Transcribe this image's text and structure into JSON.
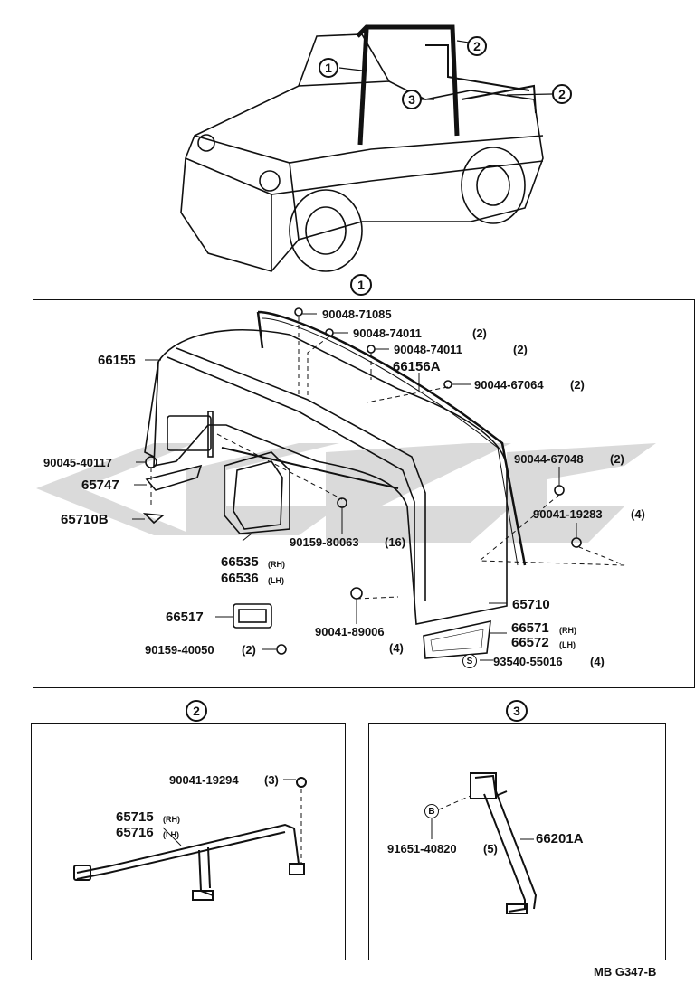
{
  "callouts": {
    "c1": "1",
    "c2": "2",
    "c3": "3"
  },
  "section1": {
    "p_90048_71085": "90048-71085",
    "p_90048_74011_a": "90048-74011",
    "p_90048_74011_a_qty": "(2)",
    "p_90048_74011_b": "90048-74011",
    "p_90048_74011_b_qty": "(2)",
    "p_66155": "66155",
    "p_66156A": "66156A",
    "p_90044_67064": "90044-67064",
    "p_90044_67064_qty": "(2)",
    "p_90045_40117": "90045-40117",
    "p_65747": "65747",
    "p_65710B": "65710B",
    "p_90044_67048": "90044-67048",
    "p_90044_67048_qty": "(2)",
    "p_90041_19283": "90041-19283",
    "p_90041_19283_qty": "(4)",
    "p_90159_80063": "90159-80063",
    "p_90159_80063_qty": "(16)",
    "p_66535": "66535",
    "p_66535_side": "(RH)",
    "p_66536": "66536",
    "p_66536_side": "(LH)",
    "p_65710": "65710",
    "p_66517": "66517",
    "p_90041_89006": "90041-89006",
    "p_90041_89006_qty": "(4)",
    "p_66571": "66571",
    "p_66571_side": "(RH)",
    "p_66572": "66572",
    "p_66572_side": "(LH)",
    "p_90159_40050": "90159-40050",
    "p_90159_40050_qty": "(2)",
    "s_mark": "S",
    "p_93540_55016": "93540-55016",
    "p_93540_55016_qty": "(4)"
  },
  "section2": {
    "p_90041_19294": "90041-19294",
    "p_90041_19294_qty": "(3)",
    "p_65715": "65715",
    "p_65715_side": "(RH)",
    "p_65716": "65716",
    "p_65716_side": "(LH)"
  },
  "section3": {
    "b_mark": "B",
    "p_91651_40820": "91651-40820",
    "p_91651_40820_qty": "(5)",
    "p_66201A": "66201A"
  },
  "footer": {
    "code": "MB G347-B"
  }
}
